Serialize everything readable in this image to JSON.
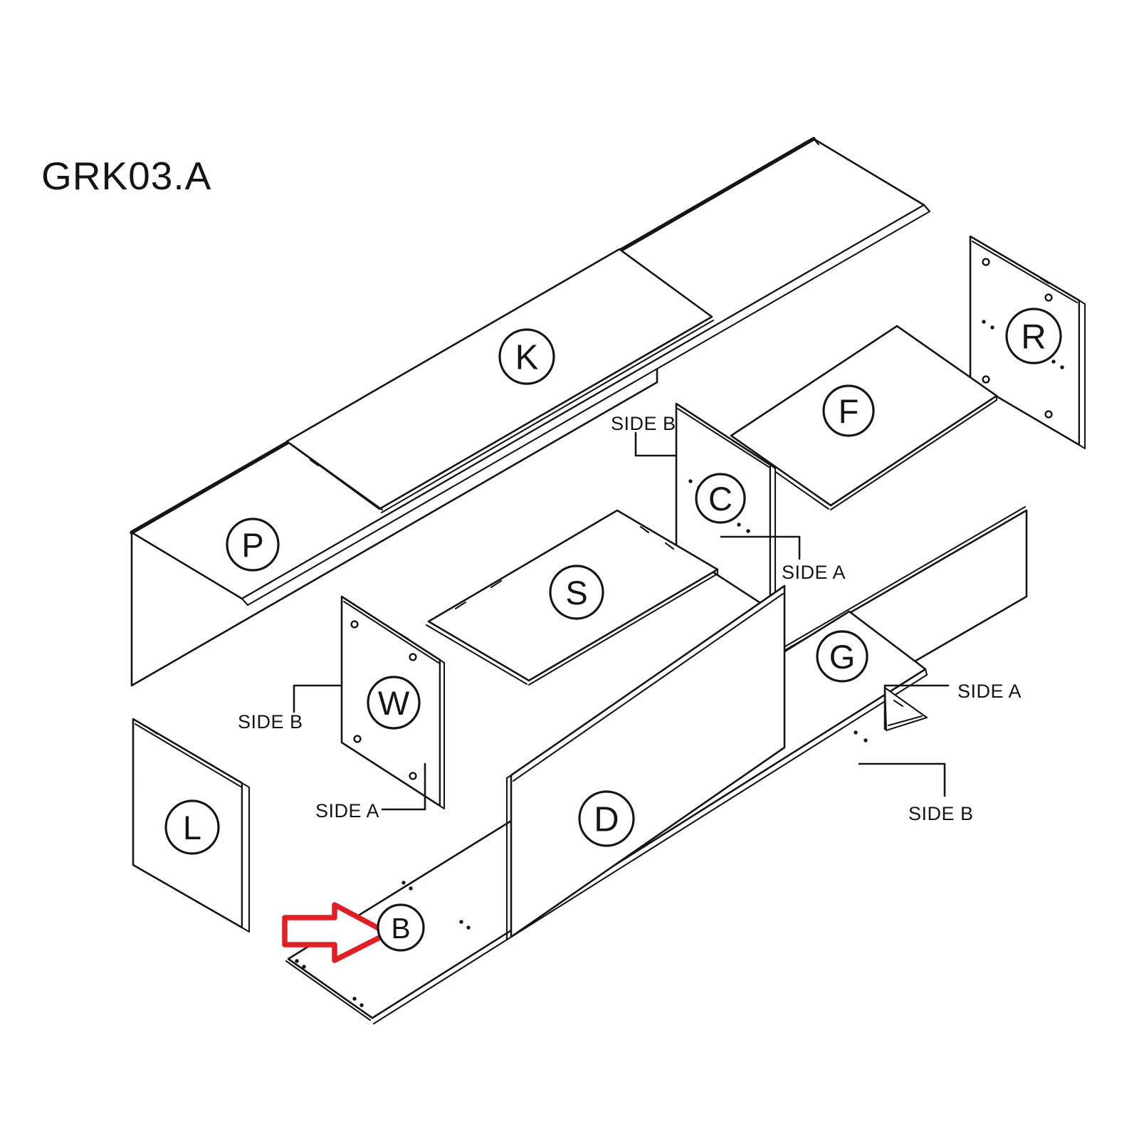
{
  "title": "GRK03.A",
  "panels": [
    {
      "id": "K",
      "label": "K",
      "part": "top-panel"
    },
    {
      "id": "P",
      "label": "P",
      "part": "back-panel-left"
    },
    {
      "id": "R",
      "label": "R",
      "part": "right-side-panel"
    },
    {
      "id": "F",
      "label": "F",
      "part": "shelf-right"
    },
    {
      "id": "C",
      "label": "C",
      "part": "divider-right"
    },
    {
      "id": "S",
      "label": "S",
      "part": "shelf-middle"
    },
    {
      "id": "G",
      "label": "G",
      "part": "back-panel-right"
    },
    {
      "id": "W",
      "label": "W",
      "part": "divider-left"
    },
    {
      "id": "L",
      "label": "L",
      "part": "left-side-panel"
    },
    {
      "id": "D",
      "label": "D",
      "part": "door-panel"
    },
    {
      "id": "B",
      "label": "B",
      "part": "bottom-panel"
    }
  ],
  "annotations": [
    {
      "id": "c-side-b",
      "text": "SIDE B",
      "for_panel": "C"
    },
    {
      "id": "c-side-a",
      "text": "SIDE A",
      "for_panel": "C"
    },
    {
      "id": "w-side-b",
      "text": "SIDE B",
      "for_panel": "W"
    },
    {
      "id": "w-side-a",
      "text": "SIDE A",
      "for_panel": "W"
    },
    {
      "id": "g-side-a",
      "text": "SIDE A",
      "for_panel": "G"
    },
    {
      "id": "g-side-b",
      "text": "SIDE B",
      "for_panel": "G"
    }
  ],
  "arrow": {
    "color": "#e01f26",
    "points_to": "B"
  }
}
